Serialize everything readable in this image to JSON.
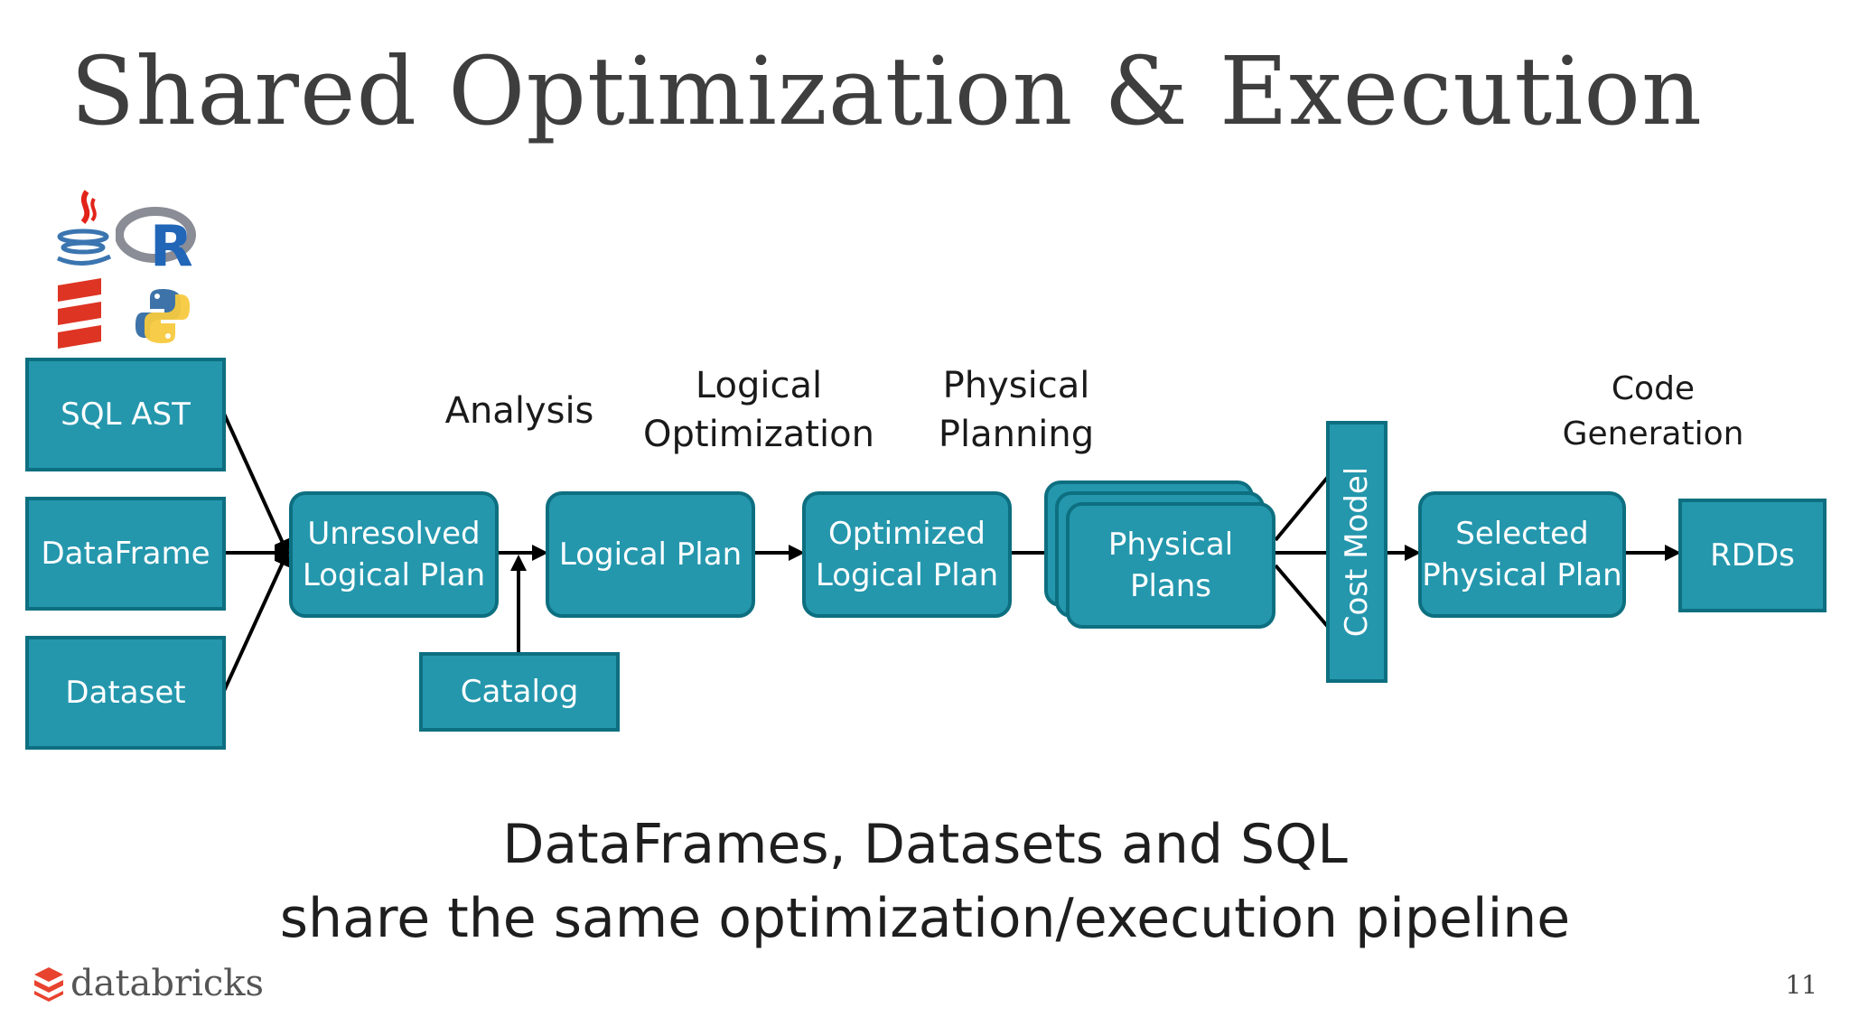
{
  "title": "Shared Optimization & Execution",
  "inputs": [
    "SQL AST",
    "DataFrame",
    "Dataset"
  ],
  "nodes": {
    "unresolved": "Unresolved\nLogical Plan",
    "logical_plan": "Logical Plan",
    "optimized": "Optimized\nLogical Plan",
    "physical_plans": "Physical\nPlans",
    "cost_model": "Cost Model",
    "selected": "Selected\nPhysical Plan",
    "rdds": "RDDs",
    "catalog": "Catalog"
  },
  "stages": {
    "analysis": "Analysis",
    "logical_optimization": "Logical\nOptimization",
    "physical_planning": "Physical\nPlanning",
    "code_generation": "Code\nGeneration"
  },
  "caption": {
    "line1": "DataFrames, Datasets and SQL",
    "line2": "share the same optimization/execution pipeline"
  },
  "footer": {
    "logo": "databricks",
    "page_number": "11"
  },
  "icons": [
    "java-icon",
    "r-icon",
    "scala-icon",
    "python-icon"
  ],
  "colors": {
    "box_fill": "#2497ad",
    "box_border": "#0d6f80",
    "arrow": "#000000"
  }
}
